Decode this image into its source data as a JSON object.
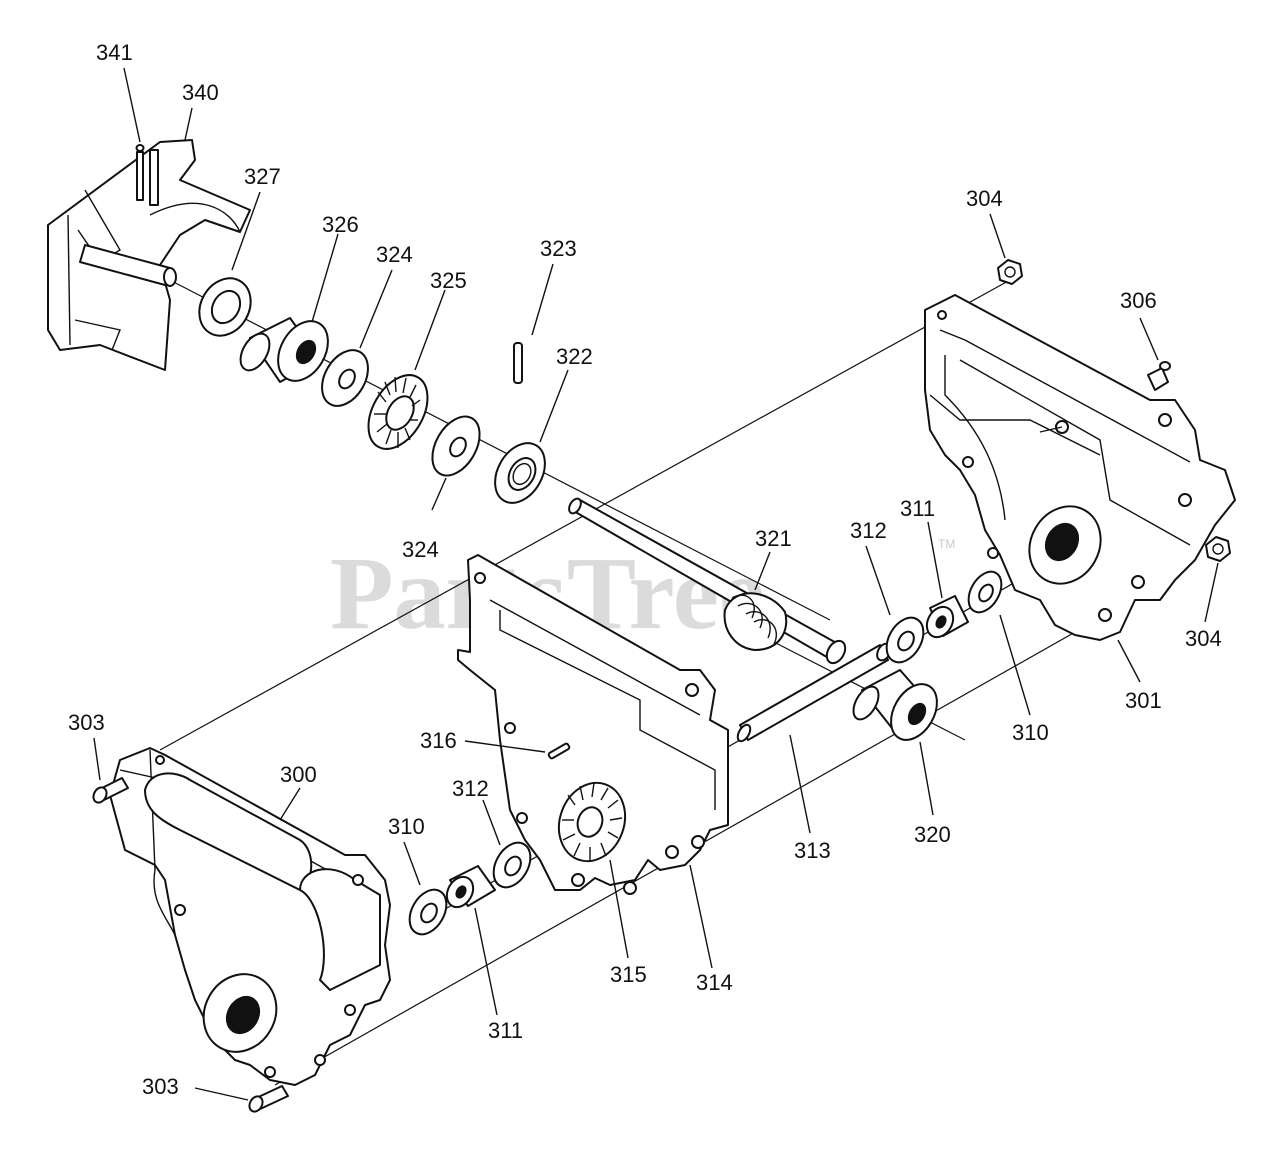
{
  "watermark": {
    "text": "PartsTree",
    "mark": "TM"
  },
  "callouts": {
    "c341": "341",
    "c340": "340",
    "c327": "327",
    "c326": "326",
    "c324a": "324",
    "c325": "325",
    "c323": "323",
    "c322": "322",
    "c324b": "324",
    "c304a": "304",
    "c306": "306",
    "c321": "321",
    "c312a": "312",
    "c311a": "311",
    "c304b": "304",
    "c301": "301",
    "c310a": "310",
    "c303a": "303",
    "c300": "300",
    "c316": "316",
    "c312b": "312",
    "c310b": "310",
    "c313": "313",
    "c320": "320",
    "c315": "315",
    "c314": "314",
    "c311b": "311",
    "c303b": "303"
  },
  "colors": {
    "line": "#111111",
    "watermark": "#c9c9c9",
    "background": "#ffffff"
  }
}
